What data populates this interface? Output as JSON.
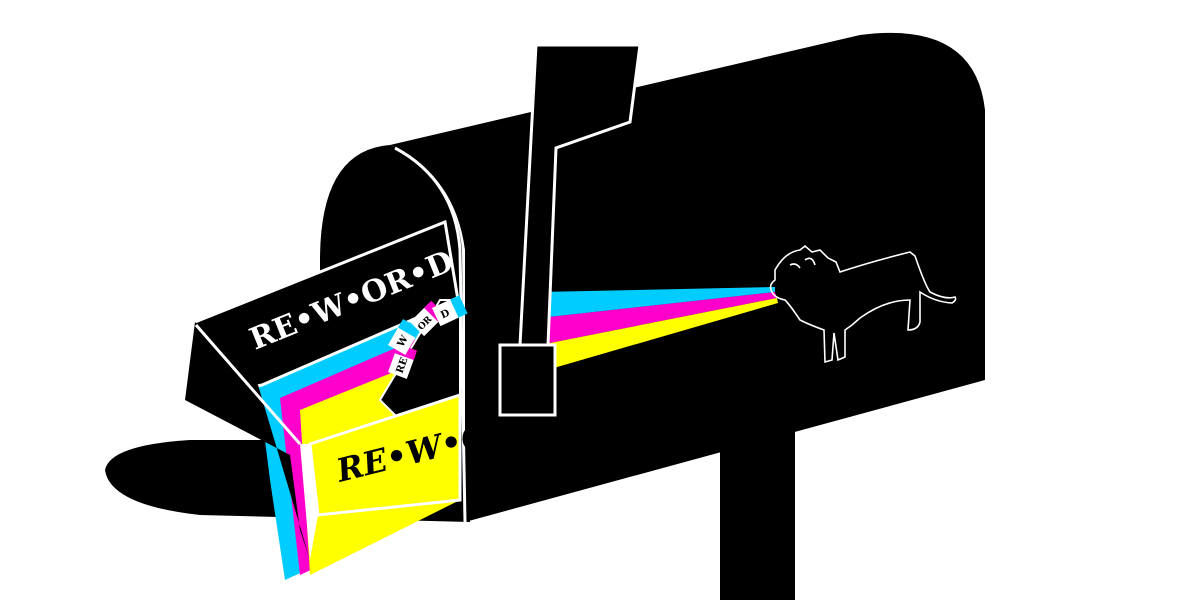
{
  "illustration": {
    "box_top_text": "RE•W•OR•D",
    "box_front_text": "RE•W•O",
    "cards": [
      "RE",
      "W",
      "OR",
      "D"
    ]
  },
  "colors": {
    "cyan": "#00ccff",
    "magenta": "#ff00cc",
    "yellow": "#ffff00",
    "black": "#000000",
    "white": "#ffffff"
  }
}
